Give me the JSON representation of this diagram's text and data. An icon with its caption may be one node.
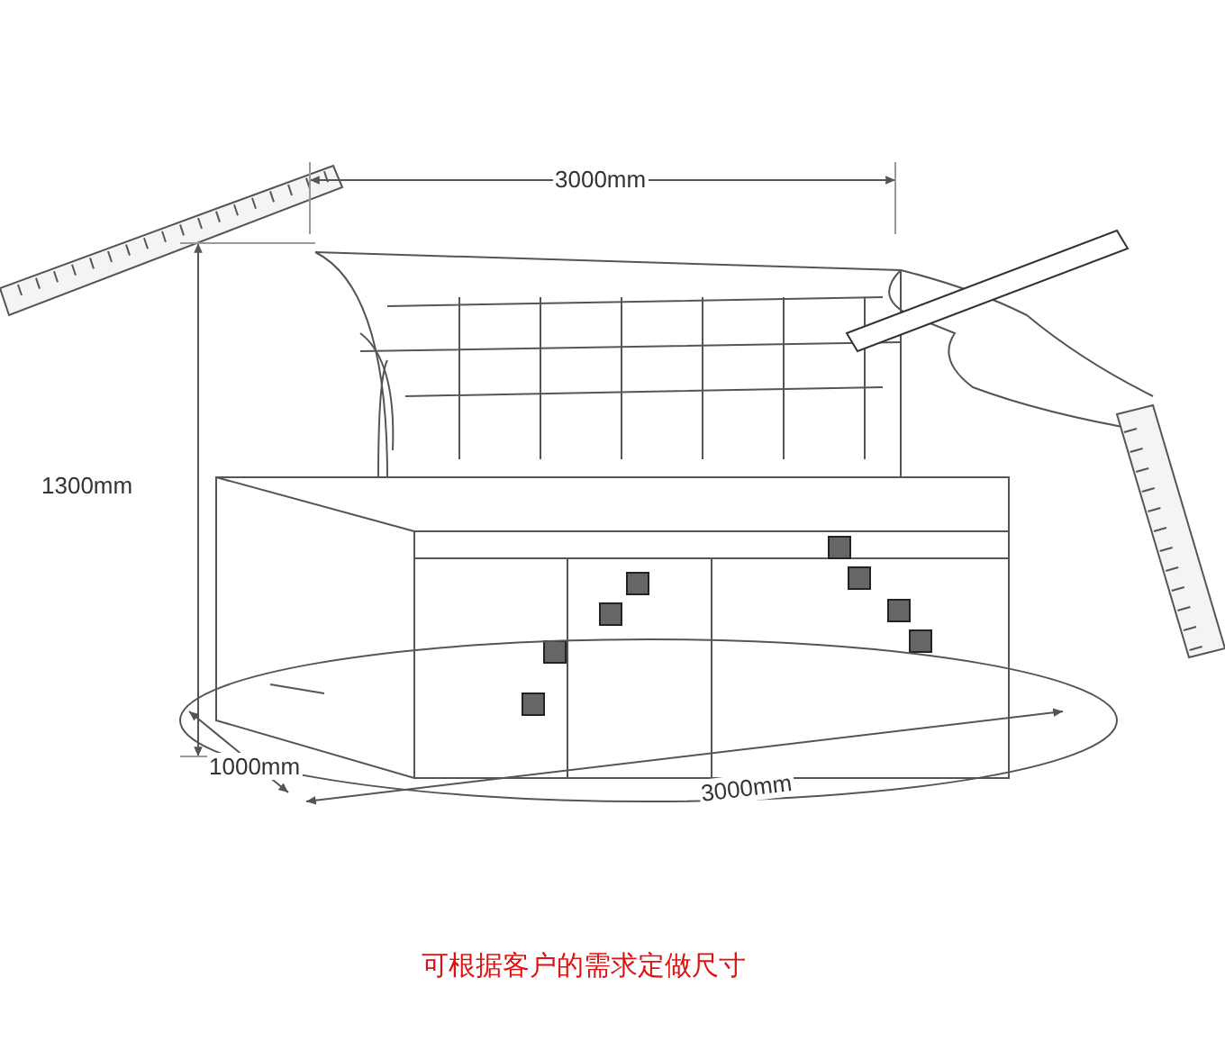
{
  "diagram": {
    "caption": "可根据客户的需求定做尺寸",
    "labels": [
      "3000mm",
      "1300mm",
      "1000mm",
      "3000mm"
    ]
  }
}
